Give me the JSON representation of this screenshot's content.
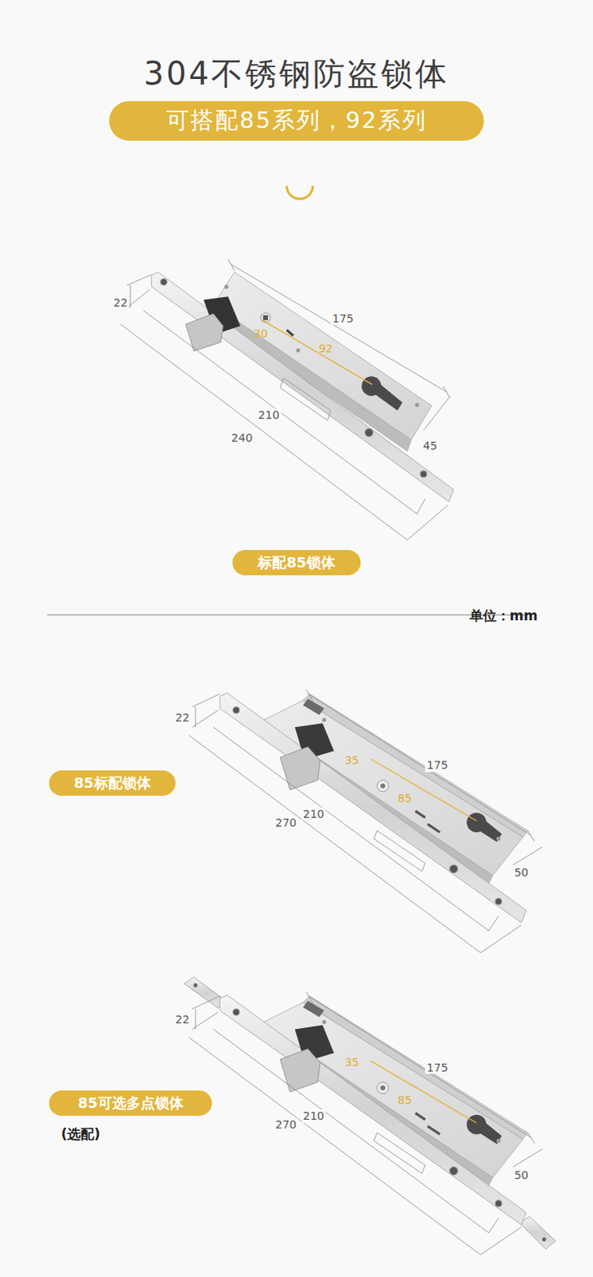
{
  "diagram": {
    "title": "304不锈钢防盗锁体",
    "nodes": [
      {
        "text": [
          "可搭配85系列，92系列"
        ]
      },
      {
        "text": [
          "标配85锁体"
        ]
      },
      {
        "text": [
          "85标配锁体"
        ]
      },
      {
        "text": [
          "85可选多点锁体"
        ]
      }
    ],
    "labels": [
      "22",
      "175",
      "30",
      "92",
      "210",
      "240",
      "45",
      "单位：mm",
      "22",
      "35",
      "175",
      "85",
      "210",
      "270",
      "50",
      "22",
      "35",
      "175",
      "85",
      "210",
      "270",
      "50",
      "(选配)"
    ]
  }
}
